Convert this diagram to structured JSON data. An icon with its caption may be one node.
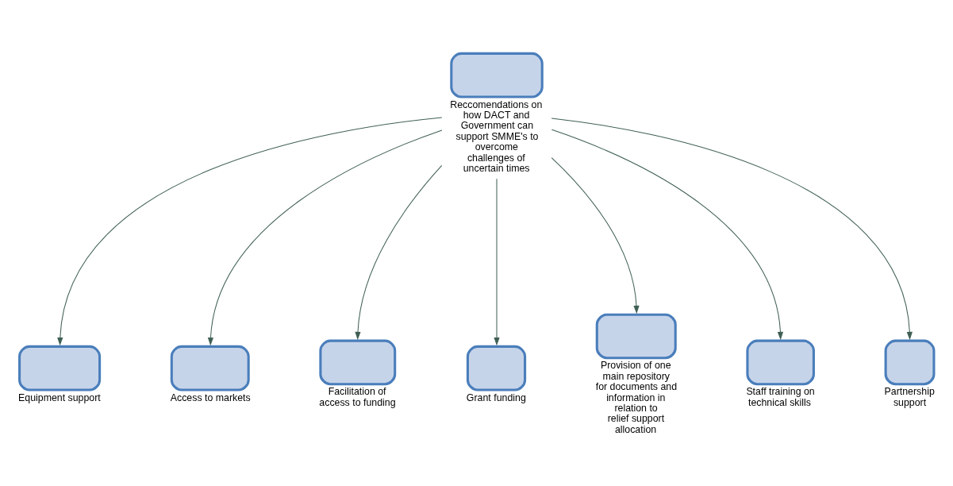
{
  "diagram": {
    "nodes": [
      {
        "text": [
          "Reccomendations on how DACT and Government can support SMME's to overcome challenges of uncertain times"
        ]
      },
      {
        "text": [
          "Equipment support"
        ]
      },
      {
        "text": [
          "Access to markets"
        ]
      },
      {
        "text": [
          "Facilitation of access to funding"
        ]
      },
      {
        "text": [
          "Grant funding"
        ]
      },
      {
        "text": [
          "Provision of one main repository for documents and information in relation to relief support allocation"
        ]
      },
      {
        "text": [
          "Staff training on technical skills"
        ]
      },
      {
        "text": [
          "Partnership support"
        ]
      }
    ],
    "edges": [
      {
        "from": 0,
        "to": 1,
        "arrow": "to"
      },
      {
        "from": 0,
        "to": 2,
        "arrow": "to"
      },
      {
        "from": 0,
        "to": 3,
        "arrow": "to"
      },
      {
        "from": 0,
        "to": 4,
        "arrow": "to"
      },
      {
        "from": 0,
        "to": 5,
        "arrow": "to"
      },
      {
        "from": 0,
        "to": 6,
        "arrow": "to"
      },
      {
        "from": 0,
        "to": 7,
        "arrow": "to"
      }
    ]
  }
}
